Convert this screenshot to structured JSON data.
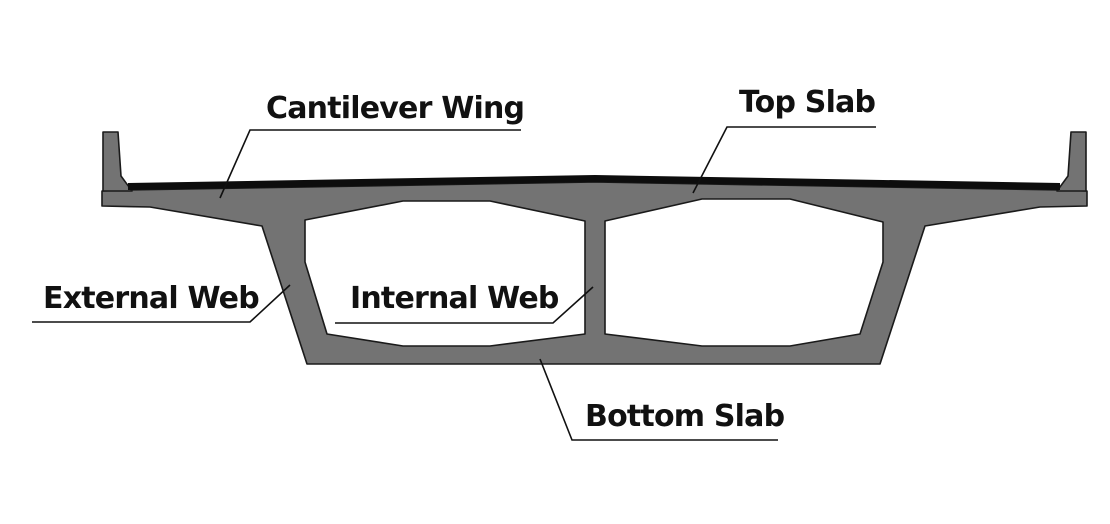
{
  "diagram": {
    "type": "cross-section",
    "colors": {
      "concrete": "#737373",
      "outline": "#1a1a1a",
      "deck_surface": "#0d0d0d",
      "cell_void": "#ffffff",
      "label_text": "#111111"
    },
    "labels": {
      "cantilever_wing": "Cantilever Wing",
      "top_slab": "Top Slab",
      "external_web": "External Web",
      "internal_web": "Internal Web",
      "bottom_slab": "Bottom Slab"
    }
  }
}
